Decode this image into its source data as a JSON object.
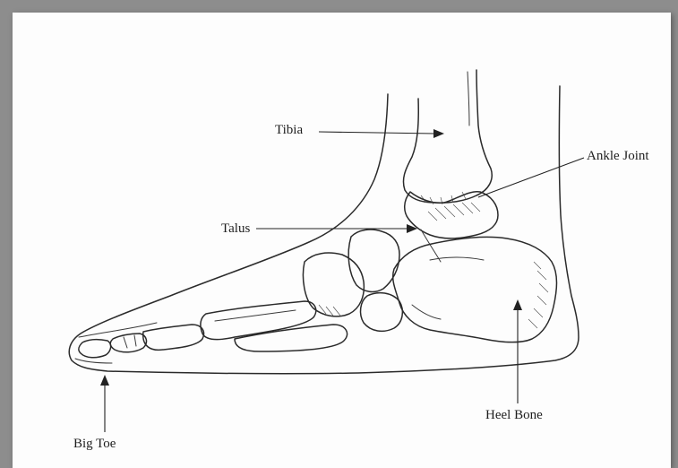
{
  "labels": {
    "tibia": "Tibia",
    "ankle_joint": "Ankle Joint",
    "talus": "Talus",
    "heel_bone": "Heel Bone",
    "big_toe": "Big Toe"
  },
  "colors": {
    "ink": "#2b2b2b",
    "paper": "#fdfdfd",
    "frame": "#8d8d8d"
  }
}
